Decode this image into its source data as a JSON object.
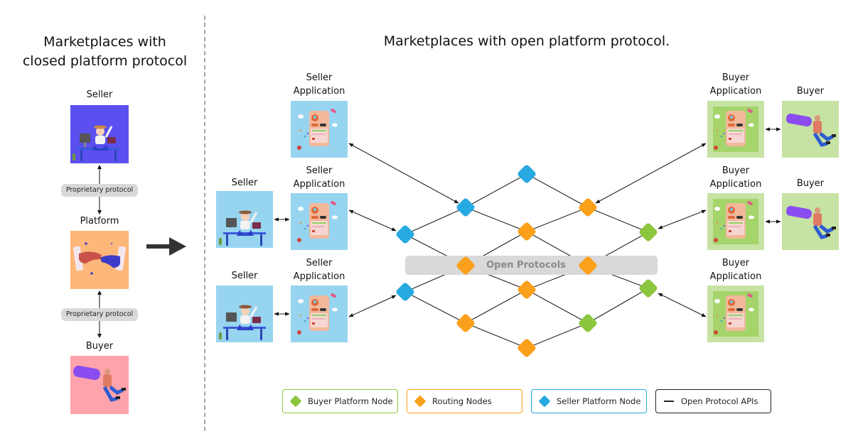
{
  "left_panel": {
    "title_line1": "Marketplaces with",
    "title_line2": "closed platform protocol",
    "seller_label": "Seller",
    "platform_label": "Platform",
    "buyer_label": "Buyer",
    "protocol_pill_1": "Proprietary protocol",
    "protocol_pill_2": "Proprietary protocol",
    "colors": {
      "seller_bg": "#5b4ff0",
      "platform_bg": "#fdb779",
      "buyer_bg": "#fea3ac"
    }
  },
  "transition_arrow": "arrow-right-icon",
  "right_panel": {
    "title": "Marketplaces with open platform protocol.",
    "seller_apps": [
      {
        "label_line1": "Seller",
        "label_line2": "Application"
      },
      {
        "label_line1": "Seller",
        "label_line2": "Application"
      },
      {
        "label_line1": "Seller",
        "label_line2": "Application"
      }
    ],
    "sellers": [
      {
        "label": "Seller"
      },
      {
        "label": "Seller"
      }
    ],
    "buyer_apps": [
      {
        "label_line1": "Buyer",
        "label_line2": "Application"
      },
      {
        "label_line1": "Buyer",
        "label_line2": "Application"
      },
      {
        "label_line1": "Buyer",
        "label_line2": "Application"
      }
    ],
    "buyers": [
      {
        "label": "Buyer"
      },
      {
        "label": "Buyer"
      }
    ],
    "open_protocols_label": "Open Protocols",
    "colors": {
      "seller_tile_bg": "#97d4f0",
      "buyer_tile_bg": "#c6e3a3",
      "buyer_tile_inner": "#a4d46a",
      "seller_node": "#27a9e1",
      "routing_node": "#fba01a",
      "buyer_node": "#8cc63f"
    },
    "network": {
      "nodes": [
        {
          "id": "s1",
          "type": "seller"
        },
        {
          "id": "s2",
          "type": "seller"
        },
        {
          "id": "s3",
          "type": "seller"
        },
        {
          "id": "s4",
          "type": "seller"
        },
        {
          "id": "r1",
          "type": "routing"
        },
        {
          "id": "r2",
          "type": "routing"
        },
        {
          "id": "r3",
          "type": "routing"
        },
        {
          "id": "r4",
          "type": "routing"
        },
        {
          "id": "r5",
          "type": "routing"
        },
        {
          "id": "r6",
          "type": "routing"
        },
        {
          "id": "r7",
          "type": "routing"
        },
        {
          "id": "b1",
          "type": "buyer"
        },
        {
          "id": "b2",
          "type": "buyer"
        },
        {
          "id": "b3",
          "type": "buyer"
        }
      ]
    }
  },
  "legend": [
    {
      "label": "Buyer Platform Node",
      "marker": "diamond",
      "color": "#8cc63f"
    },
    {
      "label": "Routing Nodes",
      "marker": "diamond",
      "color": "#fba01a"
    },
    {
      "label": "Seller Platform Node",
      "marker": "diamond",
      "color": "#27a9e1"
    },
    {
      "label": "Open Protocol APIs",
      "marker": "line",
      "color": "#222222"
    }
  ]
}
